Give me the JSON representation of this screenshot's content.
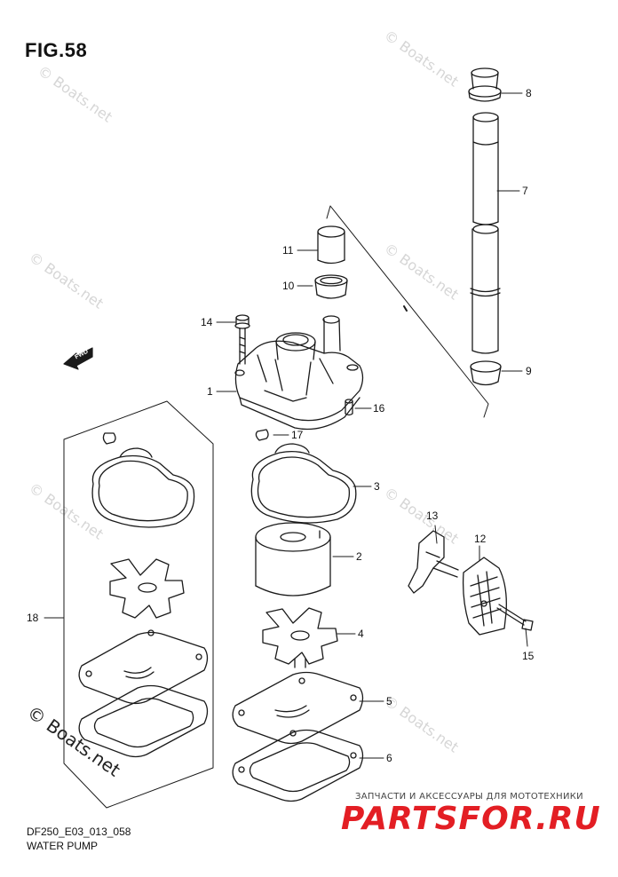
{
  "figure": {
    "title": "FIG.58"
  },
  "footer": {
    "code": "DF250_E03_013_058",
    "name": "WATER PUMP"
  },
  "watermark": {
    "text": "© Boats.net"
  },
  "brand": {
    "subtitle": "ЗАПЧАСТИ И АКСЕССУАРЫ ДЛЯ МОТОТЕХНИКИ",
    "name": "PARTSFOR.RU",
    "color": "#e31e24"
  },
  "fwd_arrow": {
    "label": "FWD",
    "icon": "forward-arrow-icon"
  },
  "callouts": [
    "1",
    "2",
    "3",
    "4",
    "5",
    "6",
    "7",
    "8",
    "9",
    "10",
    "11",
    "12",
    "13",
    "14",
    "15",
    "16",
    "17",
    "18"
  ]
}
